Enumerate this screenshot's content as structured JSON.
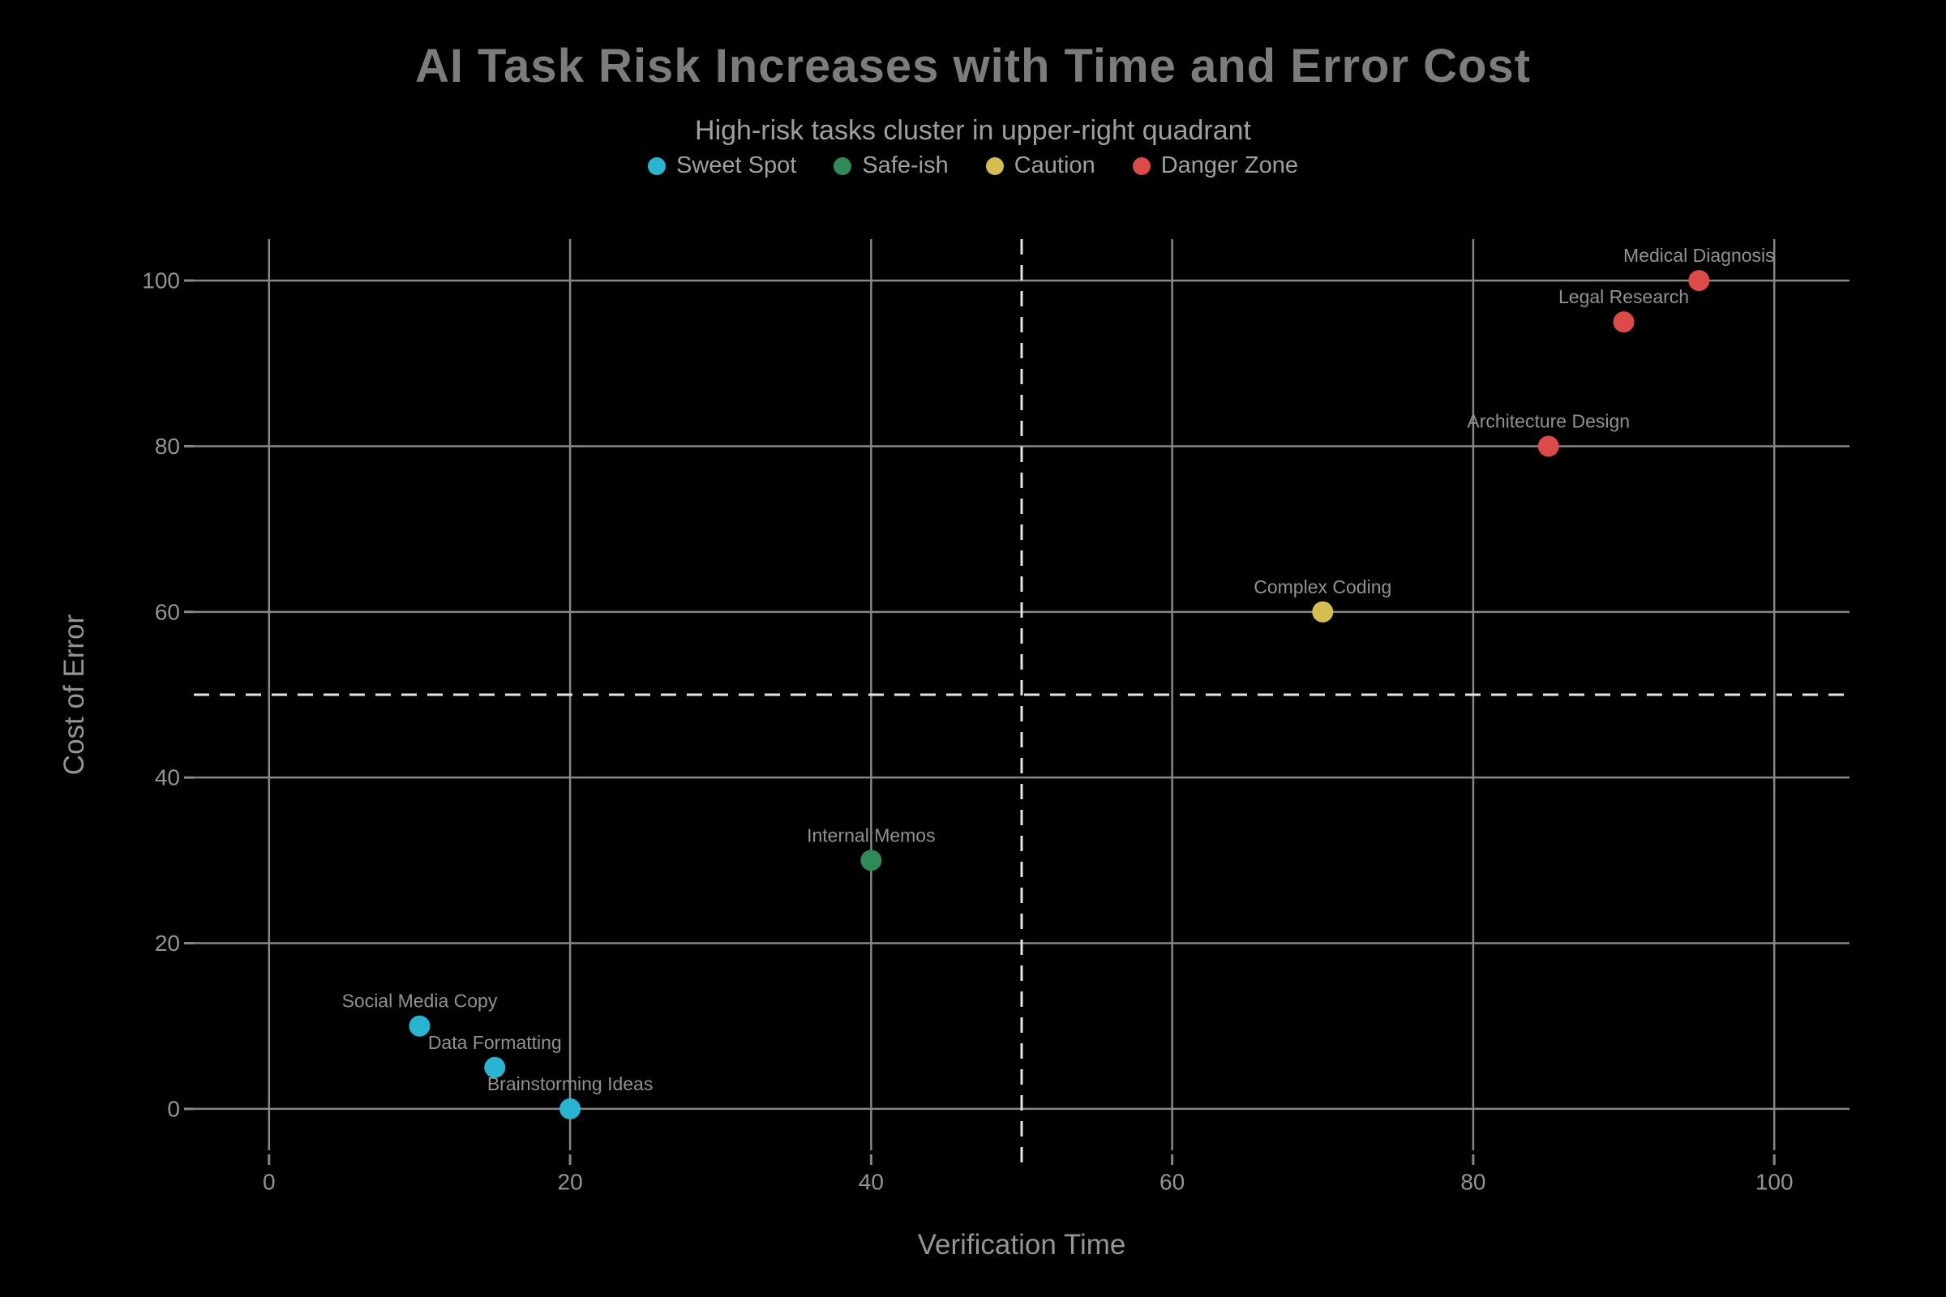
{
  "chart_data": {
    "type": "scatter",
    "title": "AI Task Risk Increases with Time and Error Cost",
    "subtitle": "High-risk tasks cluster in upper-right quadrant",
    "xlabel": "Verification Time",
    "ylabel": "Cost of Error",
    "xlim": [
      -5,
      105
    ],
    "ylim": [
      -5,
      105
    ],
    "xticks": [
      0,
      20,
      40,
      60,
      80,
      100
    ],
    "yticks": [
      0,
      20,
      40,
      60,
      80,
      100
    ],
    "grid": true,
    "legend_position": "top-center",
    "quadrant_lines": {
      "x": 50,
      "y": 50,
      "style": "dashed"
    },
    "series": [
      {
        "name": "Sweet Spot",
        "color": "#27b5d2",
        "points": [
          {
            "x": 10,
            "y": 10,
            "label": "Social Media Copy"
          },
          {
            "x": 15,
            "y": 5,
            "label": "Data Formatting"
          },
          {
            "x": 20,
            "y": 0,
            "label": "Brainstorming Ideas"
          }
        ]
      },
      {
        "name": "Safe-ish",
        "color": "#2e8b57",
        "points": [
          {
            "x": 40,
            "y": 30,
            "label": "Internal Memos"
          }
        ]
      },
      {
        "name": "Caution",
        "color": "#d5bd4f",
        "points": [
          {
            "x": 70,
            "y": 60,
            "label": "Complex Coding"
          }
        ]
      },
      {
        "name": "Danger Zone",
        "color": "#dc4b47",
        "points": [
          {
            "x": 95,
            "y": 100,
            "label": "Medical Diagnosis"
          },
          {
            "x": 90,
            "y": 95,
            "label": "Legal Research"
          },
          {
            "x": 85,
            "y": 80,
            "label": "Architecture Design"
          }
        ]
      }
    ]
  },
  "theme": {
    "background": "#000000",
    "title_color": "#7c7c7c",
    "subtitle_color": "#9f9f9f",
    "grid_color": "#878787",
    "tick_label_color": "#949494",
    "axis_title_color": "#949494",
    "point_label_color": "#919191",
    "quadrant_line_color": "#e3e3e3"
  }
}
